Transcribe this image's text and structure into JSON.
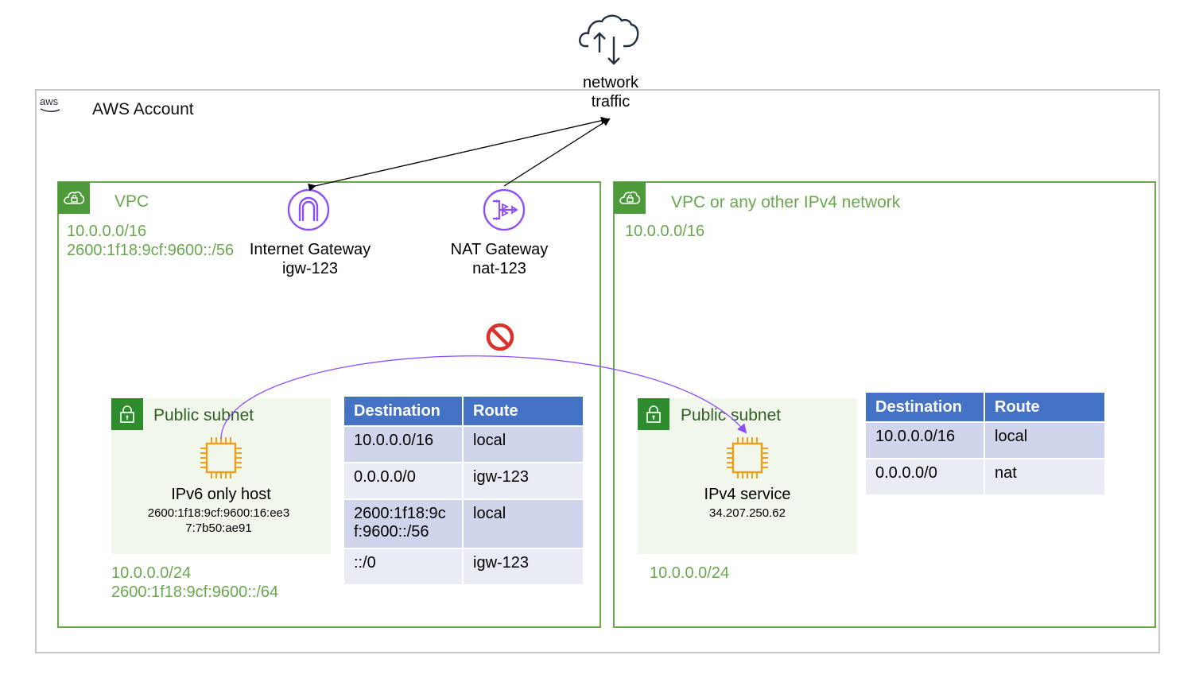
{
  "traffic": {
    "line1": "network",
    "line2": "traffic",
    "icon": "cloud-upload-download-icon"
  },
  "account": {
    "title": "AWS Account",
    "logo": "aws"
  },
  "left_vpc": {
    "title": "VPC",
    "cidr_v4": "10.0.0.0/16",
    "cidr_v6": "2600:1f18:9cf:9600::/56",
    "igw": {
      "name": "Internet Gateway",
      "id": "igw-123"
    },
    "nat": {
      "name": "NAT Gateway",
      "id": "nat-123"
    },
    "subnet": {
      "title": "Public subnet",
      "host_name": "IPv6 only host",
      "host_addr_1": "2600:1f18:9cf:9600:16:ee3",
      "host_addr_2": "7:7b50:ae91",
      "cidr_v4": "10.0.0.0/24",
      "cidr_v6": "2600:1f18:9cf:9600::/64"
    },
    "route_table": {
      "headers": [
        "Destination",
        "Route"
      ],
      "rows": [
        {
          "dest": "10.0.0.0/16",
          "route": "local"
        },
        {
          "dest": "0.0.0.0/0",
          "route": "igw-123"
        },
        {
          "dest": "2600:1f18:9c",
          "dest2": "f:9600::/56",
          "route": "local"
        },
        {
          "dest": "::/0",
          "route": "igw-123"
        }
      ]
    }
  },
  "right_vpc": {
    "title": "VPC or any other IPv4 network",
    "cidr_v4": "10.0.0.0/16",
    "subnet": {
      "title": "Public subnet",
      "service_name": "IPv4 service",
      "service_addr": "34.207.250.62",
      "cidr_v4": "10.0.0.0/24"
    },
    "route_table": {
      "headers": [
        "Destination",
        "Route"
      ],
      "rows": [
        {
          "dest": "10.0.0.0/16",
          "route": "local"
        },
        {
          "dest": "0.0.0.0/0",
          "route": "nat"
        }
      ]
    }
  },
  "colors": {
    "vpc_border": "#6aa84f",
    "subnet_bg": "#f1f7ea",
    "table_header": "#4472c4",
    "gateway": "#8c4fff",
    "chip": "#f19e1b",
    "blocked": "#d9312b",
    "flow": "#8c4fff"
  }
}
